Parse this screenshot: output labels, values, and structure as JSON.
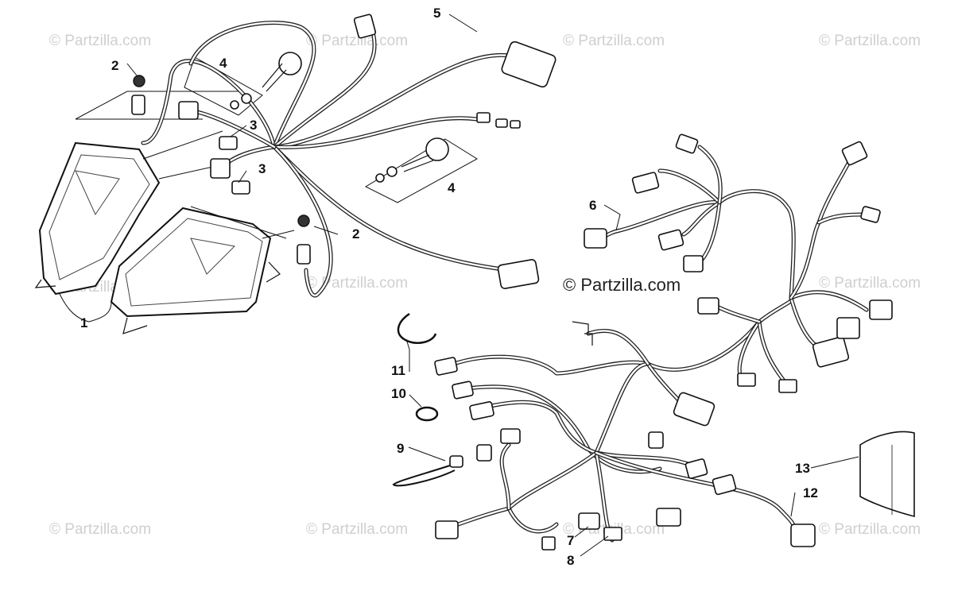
{
  "watermarks": {
    "text": "© Partzilla.com",
    "center_text": "© Partzilla.com"
  },
  "callouts": [
    "1",
    "2",
    "2",
    "3",
    "3",
    "4",
    "4",
    "5",
    "6",
    "7",
    "8",
    "9",
    "10",
    "11",
    "12",
    "13"
  ],
  "colors": {
    "line": "#111111",
    "watermark": "#cfcfcf",
    "background": "#ffffff"
  }
}
